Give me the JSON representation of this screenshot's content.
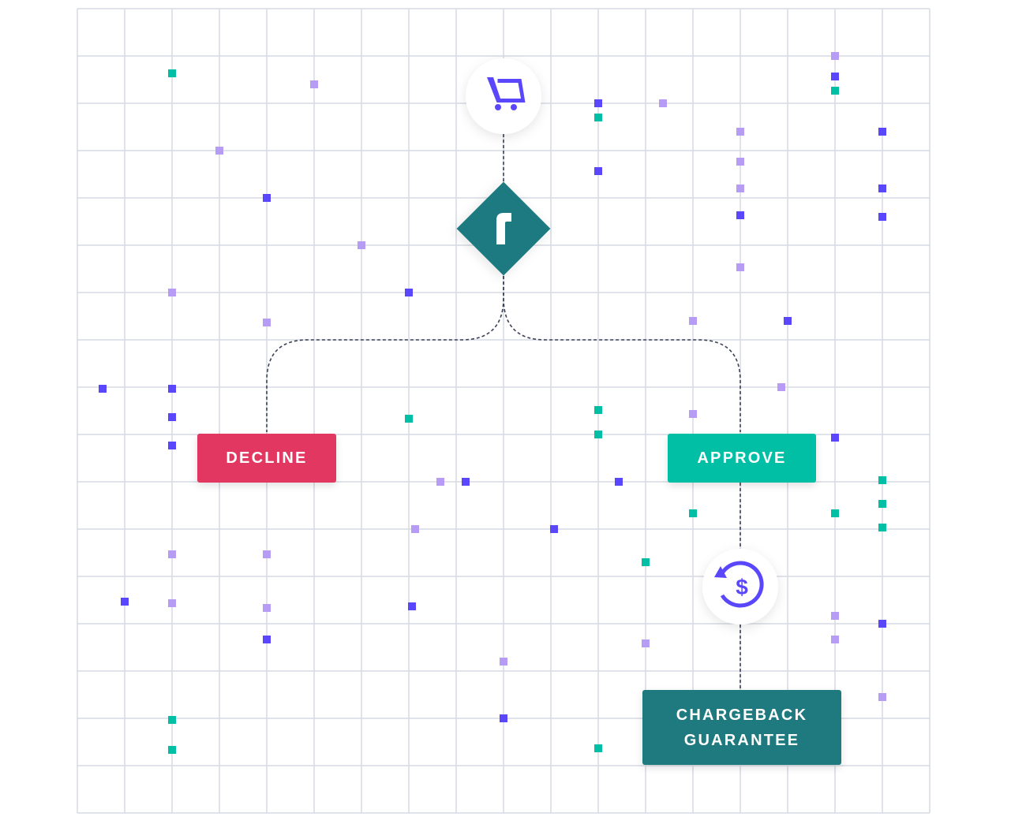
{
  "colors": {
    "grid": "#d6dae2",
    "connector": "#3c4356",
    "purple": "#5b47fb",
    "lavender": "#b69cf5",
    "teal": "#00bfa5",
    "brand": "#1f7a80",
    "decline": "#e23760",
    "approve": "#00bfa5"
  },
  "icons": {
    "cart": "shopping-cart-icon",
    "logo": "brand-logo-diamond",
    "refund": "refund-dollar-icon"
  },
  "nodes": {
    "decline": {
      "label": "DECLINE"
    },
    "approve": {
      "label": "APPROVE"
    },
    "chargeback": {
      "line1": "CHARGEBACK",
      "line2": "GUARANTEE"
    }
  }
}
